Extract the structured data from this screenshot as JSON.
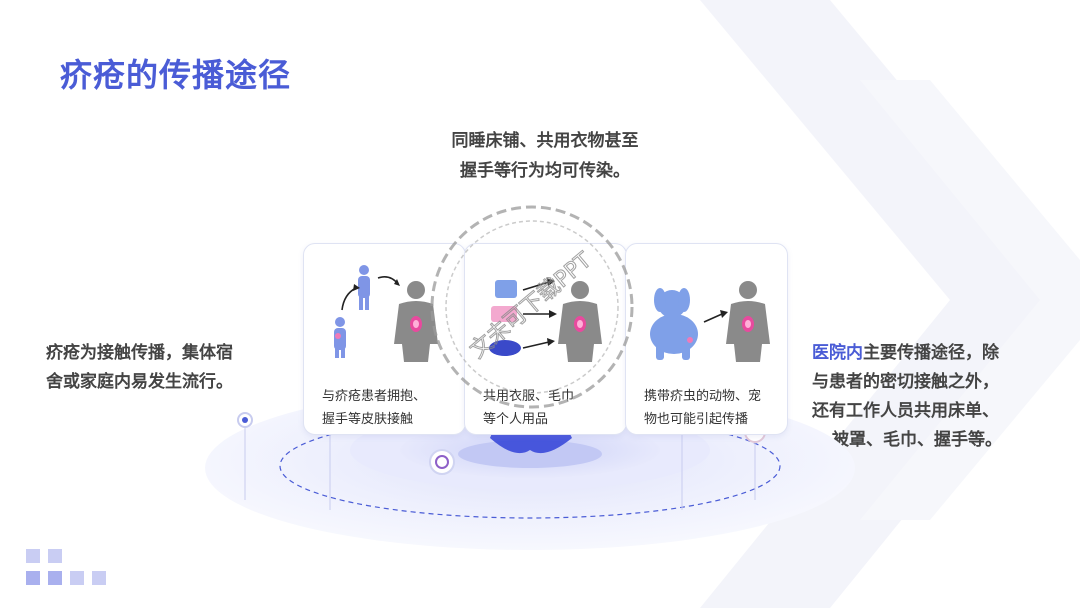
{
  "slide": {
    "title": "疥疮的传播途径",
    "top_text": [
      "同睡床铺、共用衣物甚至",
      "握手等行为均可传染。"
    ],
    "left_text": [
      "疥疮为接触传播，集体宿",
      "舍或家庭内易发生流行。"
    ],
    "right_text": {
      "highlight": "医院内",
      "lines": [
        "主要传播途径，除",
        "与患者的密切接触之外，",
        "还有工作人员共用床单、",
        "被罩、毛巾、握手等。"
      ]
    },
    "cards": [
      {
        "caption": [
          "与疥疮患者拥抱、",
          "握手等皮肤接触"
        ]
      },
      {
        "caption": [
          "共用衣服、毛巾",
          "等个人用品"
        ]
      },
      {
        "caption": [
          "携带疥虫的动物、宠",
          "物也可能引起传播"
        ]
      }
    ],
    "watermark": "文未可下载PPT"
  },
  "colors": {
    "accent": "#4a5cd6",
    "text": "#444444",
    "square_light": "#c9cdf3",
    "square_dark": "#8e96ea"
  }
}
